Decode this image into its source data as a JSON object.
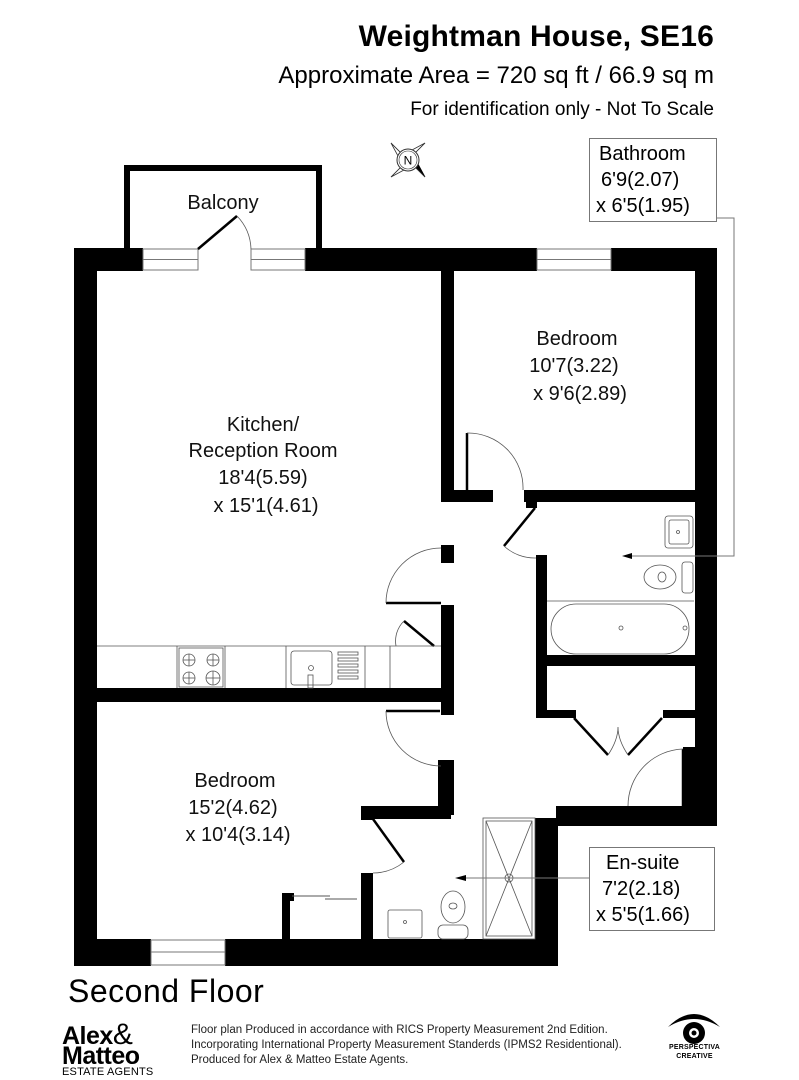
{
  "header": {
    "title": "Weightman House, SE16",
    "area": "Approximate Area = 720 sq ft / 66.9 sq m",
    "note": "For identification only - Not To Scale"
  },
  "compass": {
    "icon": "north-compass-icon",
    "label": "N"
  },
  "rooms": {
    "balcony": {
      "name": "Balcony"
    },
    "kitchen": {
      "name_line1": "Kitchen/",
      "name_line2": "Reception Room",
      "dim1": "18'4(5.59)",
      "dim2": "x 15'1(4.61)"
    },
    "bedroom1": {
      "name": "Bedroom",
      "dim1": "10'7(3.22)",
      "dim2": "x 9'6(2.89)"
    },
    "bedroom2": {
      "name": "Bedroom",
      "dim1": "15'2(4.62)",
      "dim2": "x 10'4(3.14)"
    },
    "bathroom": {
      "name": "Bathroom",
      "dim1": "6'9(2.07)",
      "dim2": "x 6'5(1.95)"
    },
    "ensuite": {
      "name": "En-suite",
      "dim1": "7'2(2.18)",
      "dim2": "x 5'5(1.66)"
    }
  },
  "floor_label": "Second Floor",
  "footer": {
    "agent_logo": {
      "line1": "Alex",
      "amp": "&",
      "line2": "Matteo",
      "line3": "ESTATE AGENTS"
    },
    "disclaimer": [
      "Floor plan Produced in accordance with RICS Property Measurement 2nd Edition.",
      "Incorporating International Property Measurement Standerds (IPMS2  Residentional).",
      "Produced for Alex & Matteo Estate Agents."
    ],
    "producer_logo": {
      "line1": "PERSPECTIVA",
      "line2": "CREATIVE"
    }
  },
  "colors": {
    "wall": "#000000",
    "fixture_line": "#555555",
    "callout_border": "#777777",
    "background": "#ffffff"
  }
}
